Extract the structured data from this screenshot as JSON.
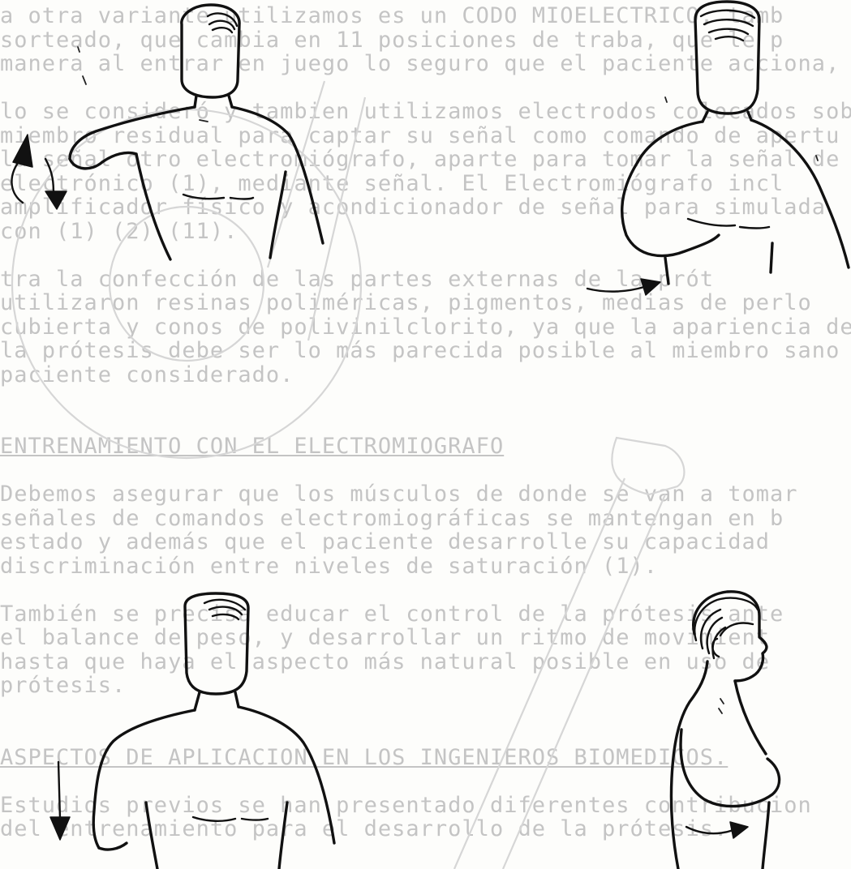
{
  "page": {
    "background_color": "#fdfdfb",
    "ink_color": "#111111",
    "show_through_color": "#c4c4c4"
  },
  "show_through_text": [
    "a otra variante utilizamos es un CODO MIOELECTRICO, tamb",
    "sorteado, que cambia en 11 posiciones de traba, que le p",
    "manera al entrar en juego lo seguro que el paciente acciona,",
    "",
    "lo se consideró y tambien utilizamos electrodos colocados sobre",
    "miembro residual para captar su señal como comando de apertu",
    "la señal otro electromiógrafo, aparte para tomar la señal de cierr",
    "electrónico (1), mediante señal. El Electromiógrafo incl",
    "amplificador físico y acondicionador de señal para simulada",
    "con (1) (2) (11).",
    "",
    "tra la confección de las partes externas de la prót",
    "utilizaron resinas poliméricas, pigmentos, medias de perlo",
    "cubierta y conos de polivinilclorito, ya que la apariencia de",
    "la prótesis debe ser lo más parecida posible al miembro sano",
    "paciente considerado.",
    "",
    "",
    "ENTRENAMIENTO CON EL ELECTROMIOGRAFO",
    "",
    "Debemos asegurar que los músculos de donde se van a tomar",
    "señales de comandos electromiográficas se mantengan en b",
    "estado y además que el paciente desarrolle su capacidad",
    "discriminación entre niveles de saturación (1).",
    "",
    "También se precisa educar el control de la prótesis ante",
    "el balance de peso, y desarrollar un ritmo de movimient",
    "hasta que haya el aspecto más natural posible en uso de",
    "prótesis.",
    "",
    "",
    "ASPECTOS DE APLICACION EN LOS INGENIEROS BIOMEDICOS.",
    "",
    "Estudios previos se han presentado diferentes contribucion",
    "del entrenamiento para el desarrollo de la prótesis."
  ]
}
